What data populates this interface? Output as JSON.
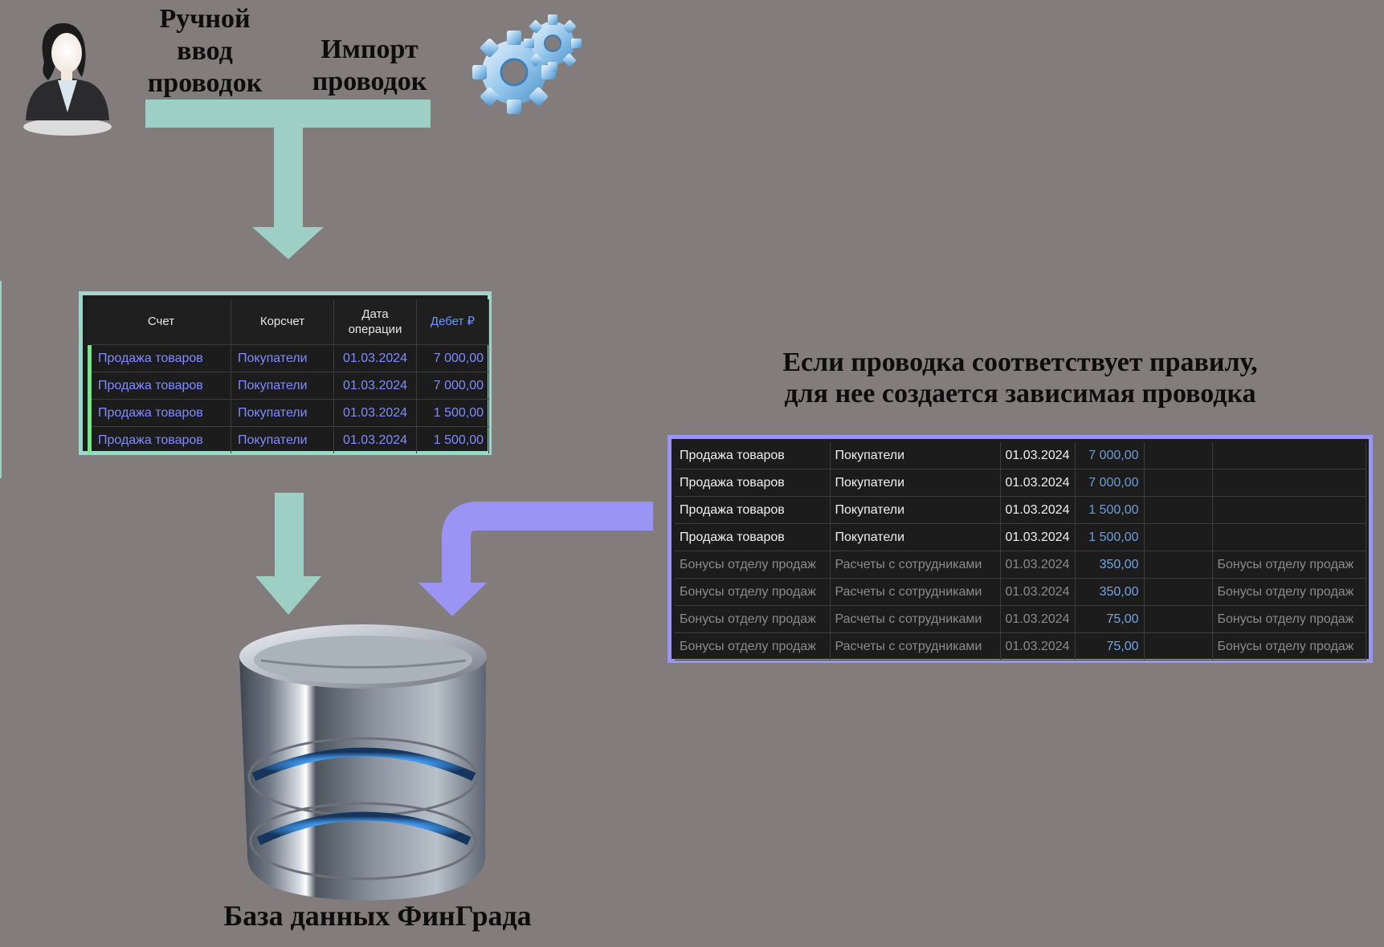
{
  "labels": {
    "manual_entry": [
      "Ручной",
      "ввод",
      "проводок"
    ],
    "import": [
      "Импорт",
      "проводок"
    ],
    "rule_note": [
      "Если проводка соответствует правилу,",
      "для нее создается зависимая проводка"
    ],
    "database": "База данных ФинГрада"
  },
  "icons": [
    "person-icon",
    "gears-icon",
    "database-icon"
  ],
  "colors": {
    "background": "#837c7c",
    "teal_arrow": "#9ecfc4",
    "violet_arrow": "#9a95f5",
    "table_bg": "#1c1c1c",
    "link_text": "#7f8cff"
  },
  "source_table": {
    "headers": [
      "Счет",
      "Корсчет",
      "Дата операции",
      "Дебет ₽"
    ],
    "rows": [
      [
        "Продажа товаров",
        "Покупатели",
        "01.03.2024",
        "7 000,00"
      ],
      [
        "Продажа товаров",
        "Покупатели",
        "01.03.2024",
        "7 000,00"
      ],
      [
        "Продажа товаров",
        "Покупатели",
        "01.03.2024",
        "1 500,00"
      ],
      [
        "Продажа товаров",
        "Покупатели",
        "01.03.2024",
        "1 500,00"
      ]
    ]
  },
  "result_table": {
    "rows": [
      [
        "Продажа товаров",
        "Покупатели",
        "01.03.2024",
        "7 000,00",
        "",
        ""
      ],
      [
        "Продажа товаров",
        "Покупатели",
        "01.03.2024",
        "7 000,00",
        "",
        ""
      ],
      [
        "Продажа товаров",
        "Покупатели",
        "01.03.2024",
        "1 500,00",
        "",
        ""
      ],
      [
        "Продажа товаров",
        "Покупатели",
        "01.03.2024",
        "1 500,00",
        "",
        ""
      ],
      [
        "Бонусы отделу продаж",
        "Расчеты с сотрудниками",
        "01.03.2024",
        "350,00",
        "",
        "Бонусы отделу продаж"
      ],
      [
        "Бонусы отделу продаж",
        "Расчеты с сотрудниками",
        "01.03.2024",
        "350,00",
        "",
        "Бонусы отделу продаж"
      ],
      [
        "Бонусы отделу продаж",
        "Расчеты с сотрудниками",
        "01.03.2024",
        "75,00",
        "",
        "Бонусы отделу продаж"
      ],
      [
        "Бонусы отделу продаж",
        "Расчеты с сотрудниками",
        "01.03.2024",
        "75,00",
        "",
        "Бонусы отделу продаж"
      ]
    ]
  }
}
